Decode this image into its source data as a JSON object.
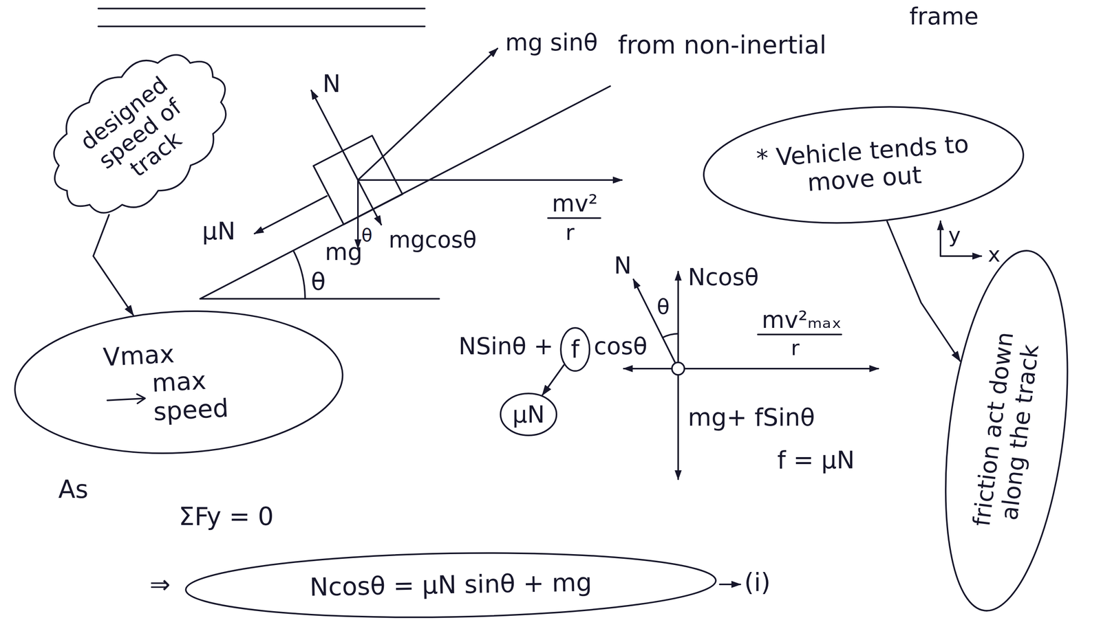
{
  "diagram": {
    "nodes": [
      {
        "text": [
          "designed speed of track"
        ]
      },
      {
        "text": [
          "Vmax",
          "max speed"
        ]
      },
      {
        "text": [
          "* Vehicle tends to move out"
        ]
      },
      {
        "text": [
          "friction act down along the track"
        ]
      },
      {
        "text": [
          "f"
        ]
      },
      {
        "text": [
          "μN"
        ]
      },
      {
        "text": [
          "Ncosθ = μN sinθ + mg"
        ]
      }
    ],
    "edges": [
      {
        "from": 0,
        "to": 1,
        "arrow": "to"
      },
      {
        "from": 2,
        "to": 3,
        "arrow": "to"
      },
      {
        "from": 4,
        "to": 5,
        "arrow": "to"
      }
    ],
    "labels": [
      "mg sinθ",
      "N",
      "μN",
      "mgcosθ",
      "mv²",
      "r",
      "θ",
      "θ",
      "mg",
      "from non-inertial",
      "frame",
      "y",
      "x",
      "N",
      "θ",
      "Ncosθ",
      "mv²ₘₐₓ",
      "r",
      "NSinθ +",
      "cosθ",
      "mg+ fSinθ",
      "f = μN",
      "As",
      "ΣFy = 0",
      "⇒",
      "(i)"
    ]
  }
}
